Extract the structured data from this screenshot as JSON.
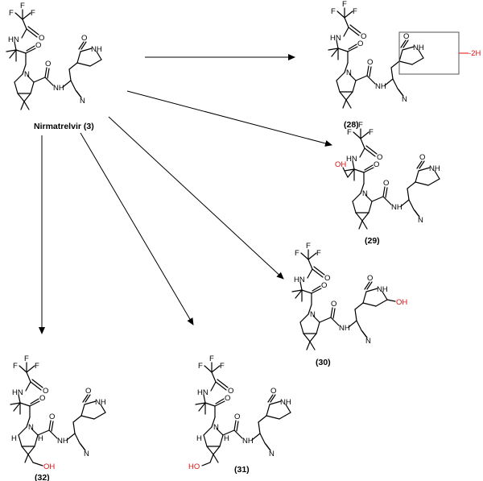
{
  "parent": {
    "label": "Nirmatrelvir (3)"
  },
  "metabolites": [
    {
      "id": "m28",
      "label": "(28)",
      "annotation": "-2H"
    },
    {
      "id": "m29",
      "label": "(29)",
      "mod": "OH"
    },
    {
      "id": "m30",
      "label": "(30)",
      "mod": "OH"
    },
    {
      "id": "m31",
      "label": "(31)",
      "mod": "HO"
    },
    {
      "id": "m32",
      "label": "(32)",
      "mod": "OH"
    }
  ],
  "atoms": {
    "F": "F",
    "H": "H",
    "N": "N",
    "NH": "NH",
    "HN": "HN",
    "O": "O"
  },
  "colors": {
    "modification": "#e01010",
    "ink": "#000000"
  }
}
